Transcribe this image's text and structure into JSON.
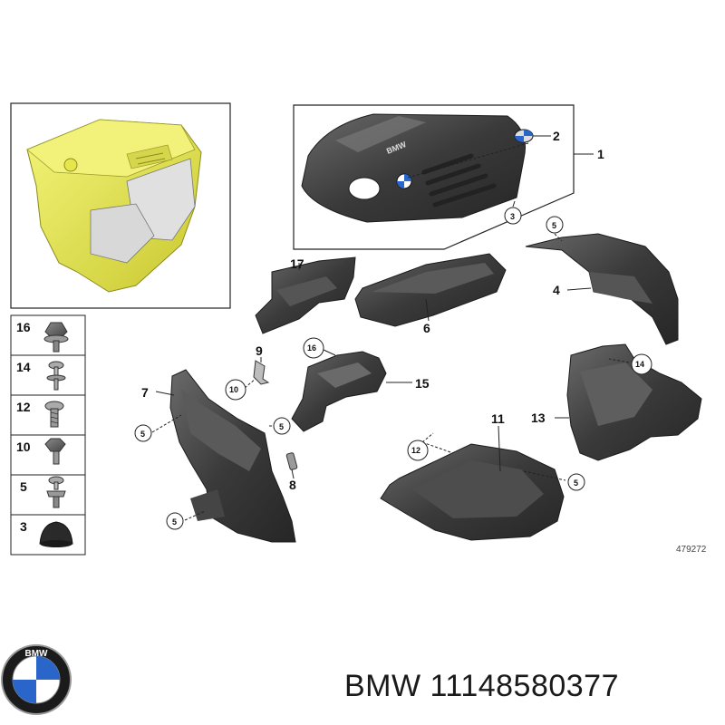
{
  "diagram": {
    "callouts": {
      "p1": "1",
      "p2": "2",
      "p3a": "3",
      "p4": "4",
      "p5_top": "5",
      "p6": "6",
      "p7": "7",
      "p8": "8",
      "p9": "9",
      "p10": "10",
      "p11": "11",
      "p12": "12",
      "p13": "13",
      "p14": "14",
      "p15": "15",
      "p16": "16",
      "p17": "17",
      "p5_left": "5",
      "p5_mid": "5",
      "p5_bot": "5",
      "p5_right": "5"
    },
    "cover_logo_text": "BMW",
    "legend": [
      {
        "num": "16"
      },
      {
        "num": "14"
      },
      {
        "num": "12"
      },
      {
        "num": "10"
      },
      {
        "num": "5"
      },
      {
        "num": "3"
      }
    ],
    "ref_number": "479272"
  },
  "footer": {
    "brand": "BMW",
    "part_number": "11148580377",
    "logo_letters": "BMW"
  },
  "colors": {
    "engine_yellow": "#e8e84a",
    "part_dark": "#3c3c3c",
    "roundel_blue": "#2a66c9",
    "frame": "#222222"
  }
}
